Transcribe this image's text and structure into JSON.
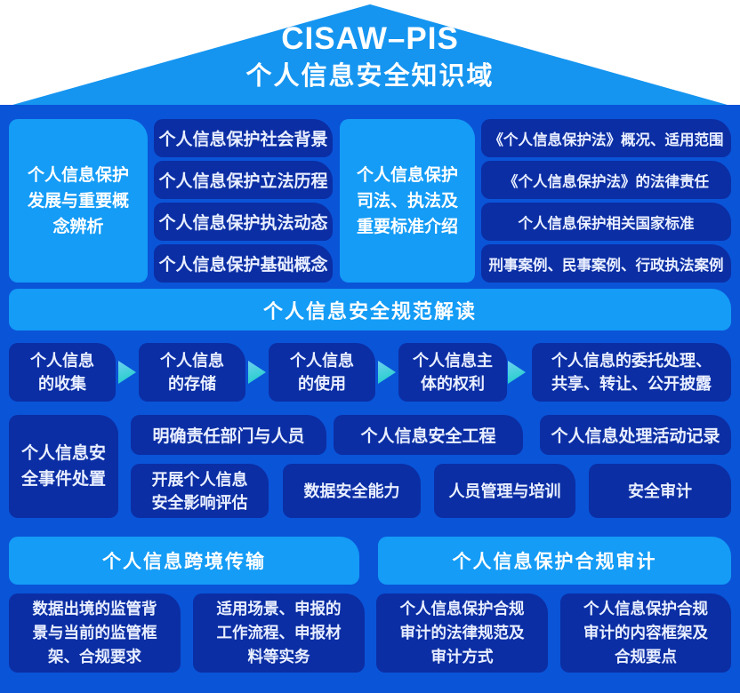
{
  "colors": {
    "roof": "#1595f0",
    "bg": "#0a54d8",
    "hl": "#149cf6",
    "navy": "#0b2ea4",
    "navy_text": "#e9efff",
    "arrow_a": "#6fd0f2",
    "arrow_b": "#17cfc3"
  },
  "header": {
    "brand": "CISAW–PIS",
    "title": "个人信息安全知识域"
  },
  "concepts": {
    "header": "个人信息保护\n发展与重要概\n念辨析",
    "items": [
      "个人信息保护社会背景",
      "个人信息保护立法历程",
      "个人信息保护执法动态",
      "个人信息保护基础概念"
    ]
  },
  "standards": {
    "header": "个人信息保护\n司法、执法及\n重要标准介绍",
    "items": [
      "《个人信息保护法》概况、适用范围",
      "《个人信息保护法》的法律责任",
      "个人信息保护相关国家标准",
      "刑事案例、民事案例、行政执法案例"
    ]
  },
  "spec": {
    "banner": "个人信息安全规范解读",
    "flow": [
      "个人信息\n的收集",
      "个人信息\n的存储",
      "个人信息\n的使用",
      "个人信息主\n体的权利",
      "个人信息的委托处理、\n共享、转让、公开披露"
    ]
  },
  "management": {
    "side": "个人信息安\n全事件处置",
    "row1": [
      "明确责任部门与人员",
      "个人信息安全工程",
      "个人信息处理活动记录"
    ],
    "row2": [
      "开展个人信息\n安全影响评估",
      "数据安全能力",
      "人员管理与培训",
      "安全审计"
    ]
  },
  "cross_border": {
    "banner": "个人信息跨境传输",
    "items": [
      "数据出境的监管背\n景与当前的监管框\n架、合规要求",
      "适用场景、申报的\n工作流程、申报材\n料等实务"
    ]
  },
  "audit": {
    "banner": "个人信息保护合规审计",
    "items": [
      "个人信息保护合规\n审计的法律规范及\n审计方式",
      "个人信息保护合规\n审计的内容框架及\n合规要点"
    ]
  }
}
